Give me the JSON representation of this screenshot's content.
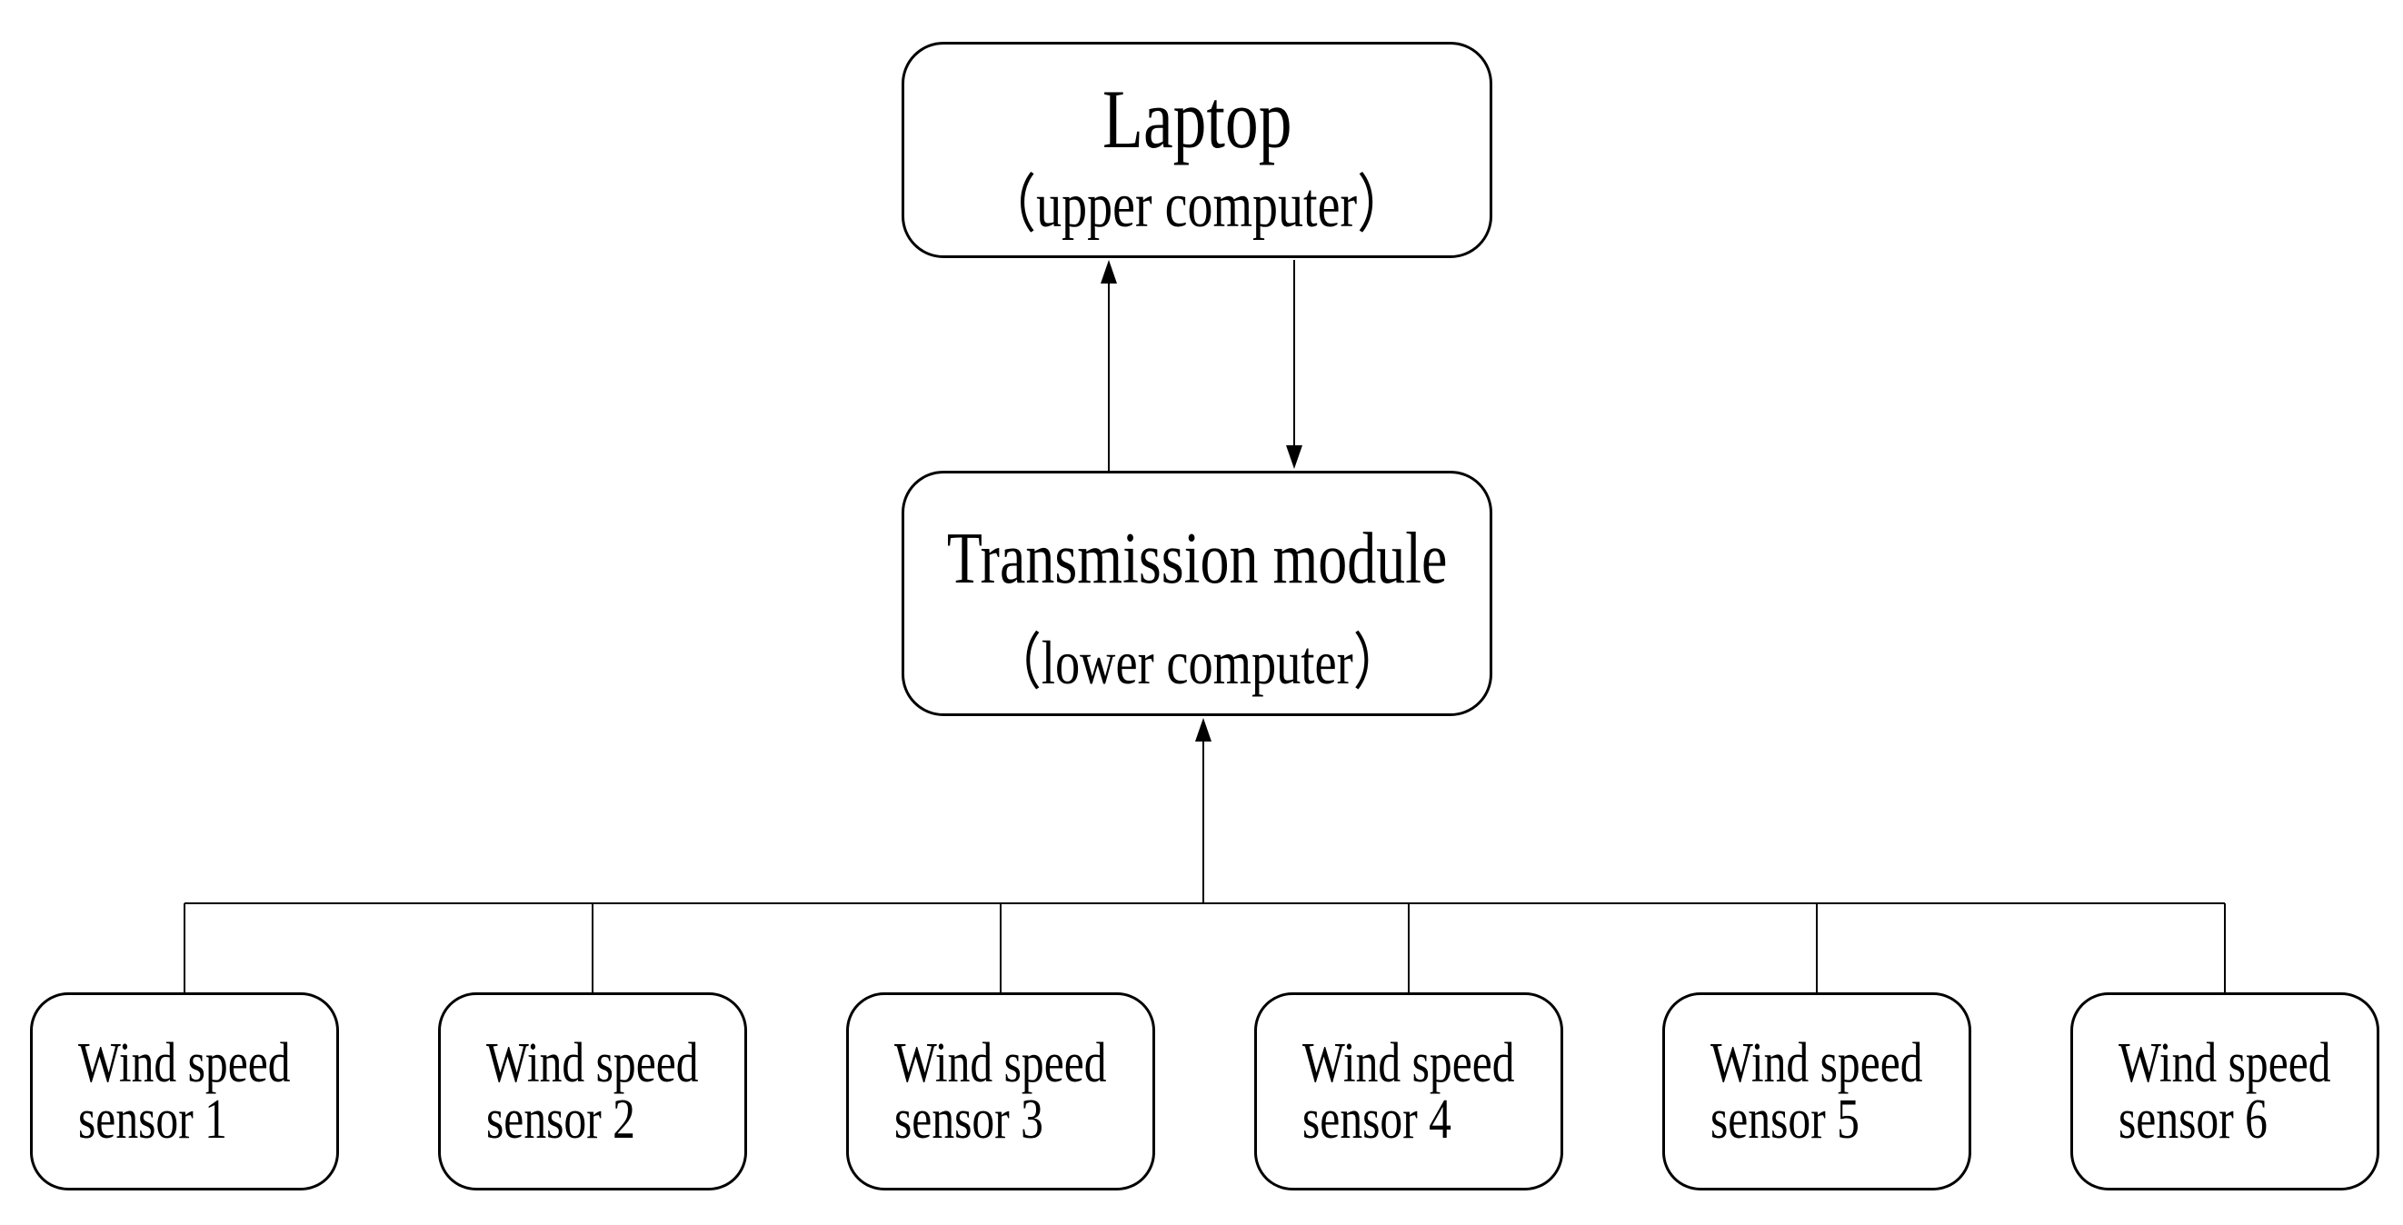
{
  "diagram": {
    "nodes": {
      "laptop": {
        "line1": "Laptop",
        "line2": "（upper computer）"
      },
      "transmission": {
        "line1": "Transmission module",
        "line2": "（lower computer）"
      },
      "sensors": [
        {
          "line1": "Wind speed",
          "line2": "sensor 1"
        },
        {
          "line1": "Wind speed",
          "line2": "sensor 2"
        },
        {
          "line1": "Wind speed",
          "line2": "sensor 3"
        },
        {
          "line1": "Wind speed",
          "line2": "sensor 4"
        },
        {
          "line1": "Wind speed",
          "line2": "sensor 5"
        },
        {
          "line1": "Wind speed",
          "line2": "sensor 6"
        }
      ]
    },
    "connections": [
      {
        "from": "transmission_module",
        "to": "laptop",
        "style": "arrow-up"
      },
      {
        "from": "laptop",
        "to": "transmission_module",
        "style": "arrow-down"
      },
      {
        "from": "sensor_bus",
        "to": "transmission_module",
        "style": "arrow-up"
      },
      {
        "from": "wind_speed_sensor_1",
        "to": "sensor_bus",
        "style": "line"
      },
      {
        "from": "wind_speed_sensor_2",
        "to": "sensor_bus",
        "style": "line"
      },
      {
        "from": "wind_speed_sensor_3",
        "to": "sensor_bus",
        "style": "line"
      },
      {
        "from": "wind_speed_sensor_4",
        "to": "sensor_bus",
        "style": "line"
      },
      {
        "from": "wind_speed_sensor_5",
        "to": "sensor_bus",
        "style": "line"
      },
      {
        "from": "wind_speed_sensor_6",
        "to": "sensor_bus",
        "style": "line"
      }
    ]
  },
  "colors": {
    "line": "#000000",
    "background": "#ffffff",
    "box_fill": "#ffffff",
    "text": "#000000"
  }
}
